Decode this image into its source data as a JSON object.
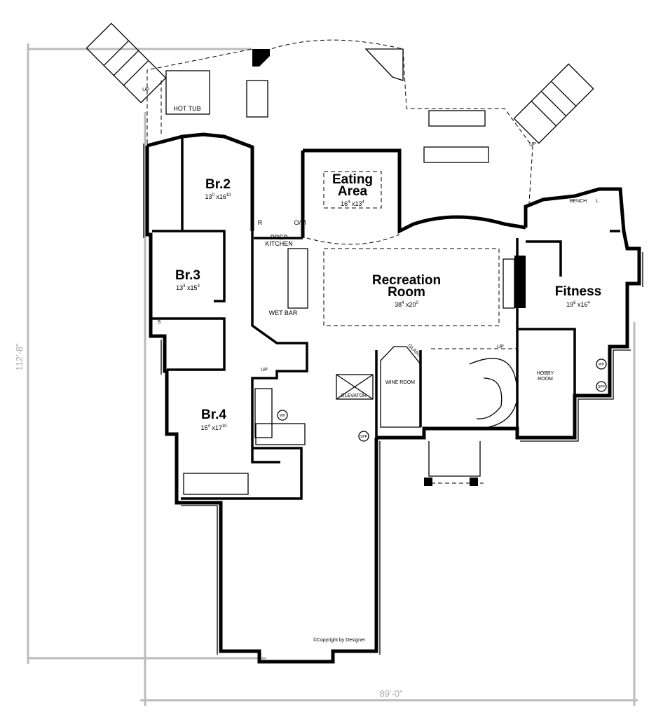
{
  "plan": {
    "dimensions": {
      "depth": "112'-8\"",
      "width": "89'-0\""
    },
    "copyright": "©Copyright by Designer",
    "rooms": {
      "hot_tub": "HOT TUB",
      "br2": {
        "name": "Br.2",
        "size_a": "13",
        "sup_a": "0",
        "size_b": "16",
        "sup_b": "10"
      },
      "br3": {
        "name": "Br.3",
        "size_a": "13",
        "sup_a": "3",
        "size_b": "15",
        "sup_b": "3"
      },
      "br4": {
        "name": "Br.4",
        "size_a": "15",
        "sup_a": "4",
        "size_b": "17",
        "sup_b": "10"
      },
      "eating": {
        "name_1": "Eating",
        "name_2": "Area",
        "size_a": "16",
        "sup_a": "4",
        "size_b": "13",
        "sup_b": "4"
      },
      "recreation": {
        "name_1": "Recreation",
        "name_2": "Room",
        "size_a": "38",
        "sup_a": "4",
        "size_b": "20",
        "sup_b": "0"
      },
      "fitness": {
        "name": "Fitness",
        "size_a": "19",
        "sup_a": "6",
        "size_b": "16",
        "sup_b": "4"
      },
      "prep_kitchen_1": "PREP",
      "prep_kitchen_2": "KITCHEN",
      "wet_bar": "WET BAR",
      "wine_room": "WINE ROOM",
      "hobby_1": "HOBBY",
      "hobby_2": "ROOM",
      "elevator": "ELEVATOR",
      "bench": "BENCH"
    },
    "small_labels": {
      "r": "R",
      "om": "O/M",
      "l": "L",
      "s": "S",
      "glass": "GLASS",
      "up": "UP",
      "wh": "WH",
      "spp": "SPP",
      "x": "x"
    }
  }
}
